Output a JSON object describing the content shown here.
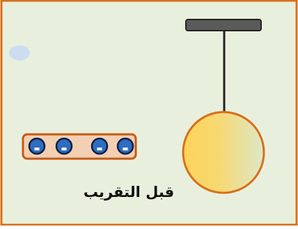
{
  "caption": "قبل التقريب",
  "colors": {
    "background": "#e8f0dd",
    "frame_border": "#d86f1a",
    "support_bar": "#5a5a5a",
    "string": "#222222",
    "ball_gradient_left": "#ffd45a",
    "ball_gradient_right": "#dde8c8",
    "ball_border": "#d86f1a",
    "strip_fill": "#f3cfb3",
    "strip_border": "#c45a12",
    "charge_fill": "#2e6dc0",
    "charge_border": "#0b1f44",
    "charge_symbol": "#ffffff",
    "faint_spot": "#cdddf0"
  },
  "charges": [
    {
      "sign": "-"
    },
    {
      "sign": "-"
    },
    {
      "sign": "-"
    },
    {
      "sign": "-"
    }
  ],
  "elements": {
    "support_bar": "support-bar",
    "string": "pendulum-string",
    "ball": "pendulum-ball",
    "strip": "charged-rod"
  }
}
